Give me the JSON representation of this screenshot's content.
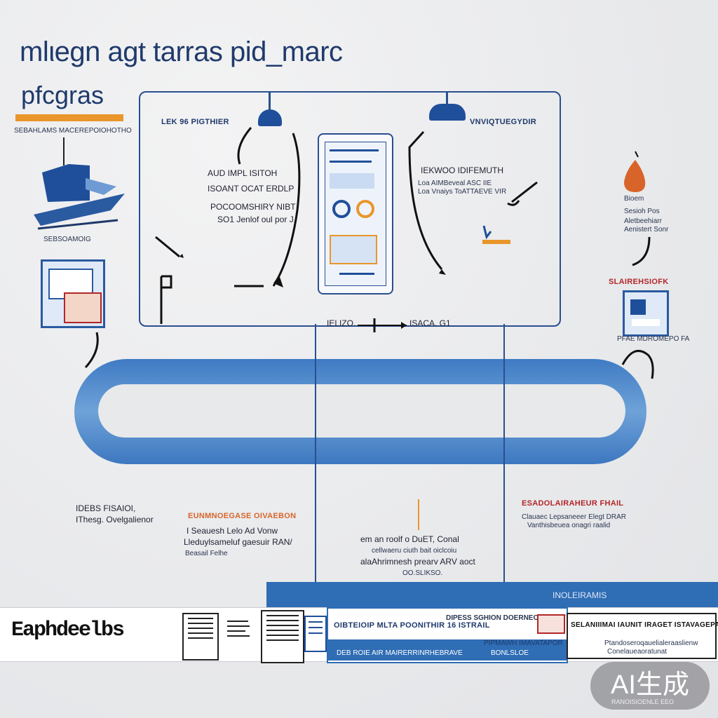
{
  "header": {
    "title": "mlιegn agt tarras pid_marc",
    "subtitle": "pfcgras",
    "caption": "SEBAHLAMS MACEREPOIOHOTHO"
  },
  "left": {
    "icon1_label": "SEBSOAMOIG"
  },
  "frame": {
    "top_left_label": "LEK 96 PIGTHIER",
    "top_right_label": "VNVIQTUEGYDIR",
    "left_block": [
      "AUD IMPL ISITOH",
      "ISOANT OCAT ERDLP",
      "POCOOMSHIRY NIBT",
      "SO1 Jenlof oul por J."
    ],
    "right_block": [
      "IEKWOO IDIFEMUTH",
      "Loa AIMBeveal ASC IIE",
      "Loa Vnaiys ToATTAEVE VIR"
    ],
    "bottom_left": "IELIZO.",
    "bottom_right": "ISACA. G1"
  },
  "right": {
    "items": [
      "Bioem",
      "Sesioh Pos",
      "Aletbeehiarr",
      "Aenistert Sonr"
    ],
    "section_label": "SLAIREHSIOFK",
    "icon_caption": "PFAE MDROMEPO FA"
  },
  "below": {
    "c1": [
      "IDEBS FISAIOI,",
      "IThesg. Ovelgalienor"
    ],
    "c2_title": "EUNMNOEGASE OIVAEBON",
    "c2": [
      "I Seauesh Lelo Ad Vonw",
      "Lleduylsameluf gaesuir RAN/",
      "Beasail Felhe"
    ],
    "c3": [
      "em an roolf o DuET, Conal",
      "cellwaeru ciuth bait oiclcoiu",
      "alaAhrimnesh prearv ARV aoct",
      "OO.SLIKSO."
    ],
    "c4_title": "ESADOLAIRAHEUR FHAIL",
    "c4": [
      "Clauaec Lepsaneeer Elegt DRAR",
      "Vanthisbeuea onagri raalid"
    ],
    "band_label": "INOLEIRAMIS"
  },
  "strip": {
    "left_word": "Eaphdeelbs",
    "band_line1": "OIBTEIOIP MLTA POONITHIR 16 ISTRAIL",
    "band_line2": "PIPMAWH IMAVATAPOR",
    "band_tag": "DIPESS SGHION DOERNEOBVIE AT",
    "band_line3": "DEB ROIE AIR MAIRERRINRHEBRAVE",
    "band_line4": "BONLSLOE",
    "right_title": "SELANIIIMAI IAUNIT IRAGET ISTAVAGEPASON",
    "right_line1": "Ptandoseroqauelialeraaslienw",
    "right_line2": "Conelaueaoratunat"
  },
  "badge": {
    "text": "AI生成",
    "sub": "RANOISIOENLE EEO"
  },
  "colors": {
    "navy": "#1f3a6b",
    "blue": "#2f6db5",
    "orange": "#e9962b",
    "red": "#b2262a"
  }
}
